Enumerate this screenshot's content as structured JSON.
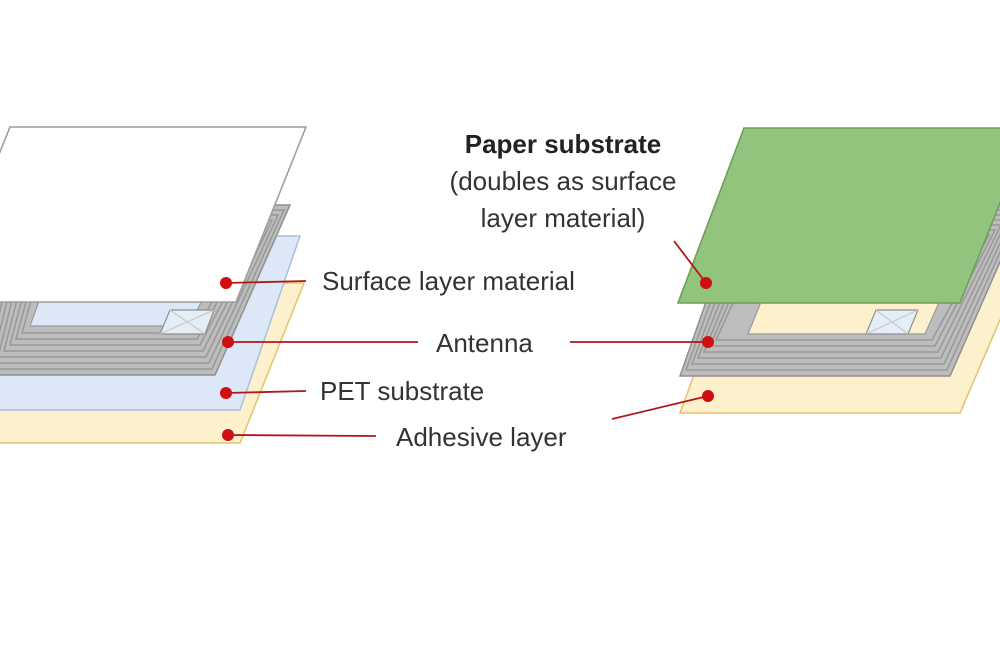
{
  "diagram": {
    "left_stack": {
      "labels": {
        "surface": "Surface layer material",
        "antenna": "Antenna",
        "pet": "PET substrate",
        "adhesive": "Adhesive layer"
      }
    },
    "right_stack": {
      "labels": {
        "paper_title": "Paper substrate",
        "paper_line2": "(doubles as surface",
        "paper_line3": "layer material)"
      }
    },
    "colors": {
      "surface_layer": "#ffffff",
      "pet_layer": "#dce8f7",
      "adhesive_layer": "#fdf0cc",
      "paper_layer": "#93c47d",
      "antenna_trace": "#9a9a9a",
      "leader_line": "#b01818",
      "marker_dot": "#d01010"
    }
  }
}
